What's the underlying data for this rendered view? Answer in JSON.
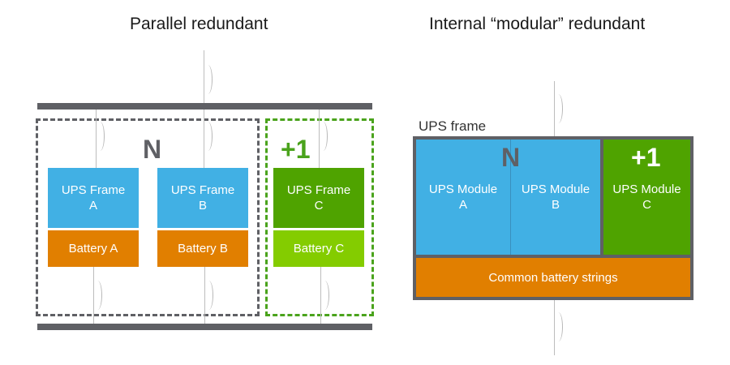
{
  "left": {
    "title": "Parallel redundant",
    "n_label": "N",
    "plus_label": "+1",
    "units": [
      {
        "frame": "UPS Frame",
        "id": "A",
        "battery": "Battery A"
      },
      {
        "frame": "UPS Frame",
        "id": "B",
        "battery": "Battery B"
      },
      {
        "frame": "UPS Frame",
        "id": "C",
        "battery": "Battery C"
      }
    ]
  },
  "right": {
    "title": "Internal “modular” redundant",
    "frame_label": "UPS frame",
    "n_label": "N",
    "plus_label": "+1",
    "modules": [
      {
        "name": "UPS Module",
        "id": "A"
      },
      {
        "name": "UPS Module",
        "id": "B"
      },
      {
        "name": "UPS Module",
        "id": "C"
      }
    ],
    "battery": "Common battery strings"
  },
  "colors": {
    "redundant_n_blue": "#41b0e4",
    "battery_orange": "#e17f00",
    "plus_one_green": "#4fa300",
    "plus_one_battery_green": "#84cc00",
    "bus_gray": "#5f6065"
  }
}
